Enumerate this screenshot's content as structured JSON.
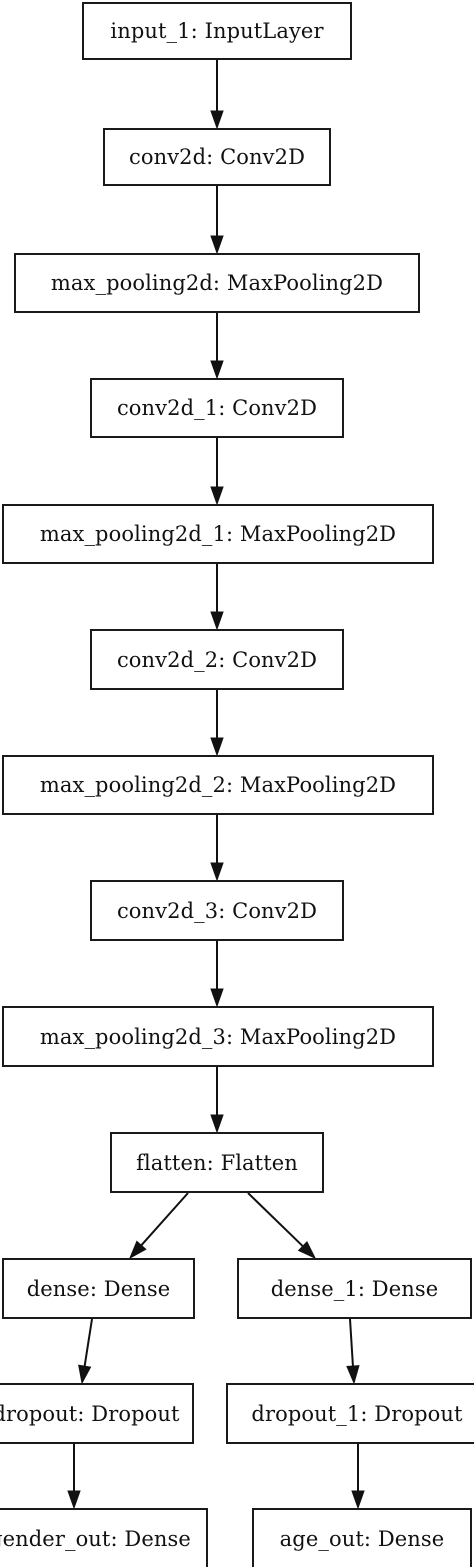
{
  "diagram": {
    "type": "model-graph",
    "nodes": [
      {
        "id": "n0",
        "label": "input_1: InputLayer"
      },
      {
        "id": "n1",
        "label": "conv2d: Conv2D"
      },
      {
        "id": "n2",
        "label": "max_pooling2d: MaxPooling2D"
      },
      {
        "id": "n3",
        "label": "conv2d_1: Conv2D"
      },
      {
        "id": "n4",
        "label": "max_pooling2d_1: MaxPooling2D"
      },
      {
        "id": "n5",
        "label": "conv2d_2: Conv2D"
      },
      {
        "id": "n6",
        "label": "max_pooling2d_2: MaxPooling2D"
      },
      {
        "id": "n7",
        "label": "conv2d_3: Conv2D"
      },
      {
        "id": "n8",
        "label": "max_pooling2d_3: MaxPooling2D"
      },
      {
        "id": "n9",
        "label": "flatten: Flatten"
      },
      {
        "id": "n10",
        "label": "dense: Dense"
      },
      {
        "id": "n11",
        "label": "dense_1: Dense"
      },
      {
        "id": "n12",
        "label": "dropout: Dropout"
      },
      {
        "id": "n13",
        "label": "dropout_1: Dropout"
      },
      {
        "id": "n14",
        "label": "gender_out: Dense"
      },
      {
        "id": "n15",
        "label": "age_out: Dense"
      }
    ],
    "edges": [
      {
        "from": "n0",
        "to": "n1"
      },
      {
        "from": "n1",
        "to": "n2"
      },
      {
        "from": "n2",
        "to": "n3"
      },
      {
        "from": "n3",
        "to": "n4"
      },
      {
        "from": "n4",
        "to": "n5"
      },
      {
        "from": "n5",
        "to": "n6"
      },
      {
        "from": "n6",
        "to": "n7"
      },
      {
        "from": "n7",
        "to": "n8"
      },
      {
        "from": "n8",
        "to": "n9"
      },
      {
        "from": "n9",
        "to": "n10"
      },
      {
        "from": "n9",
        "to": "n11"
      },
      {
        "from": "n10",
        "to": "n12"
      },
      {
        "from": "n11",
        "to": "n13"
      },
      {
        "from": "n12",
        "to": "n14"
      },
      {
        "from": "n13",
        "to": "n15"
      }
    ]
  }
}
